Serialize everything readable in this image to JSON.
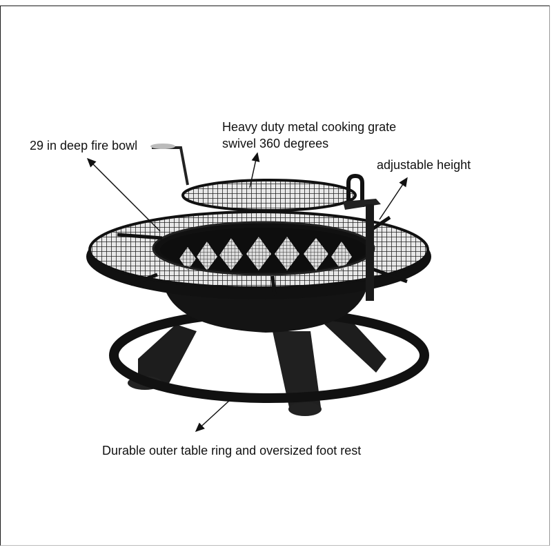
{
  "product": {
    "subject": "fire-pit-with-cooking-grate-and-foot-rest"
  },
  "callouts": [
    {
      "id": "fire-bowl",
      "text": "29 in deep fire bowl"
    },
    {
      "id": "cooking-grate",
      "line1": "Heavy duty metal cooking grate",
      "line2": "swivel 360 degrees"
    },
    {
      "id": "height",
      "text": "adjustable height"
    },
    {
      "id": "foot-rest",
      "text": "Durable outer table ring and oversized foot rest"
    }
  ],
  "colors": {
    "background": "#ffffff",
    "metal": "#141414",
    "text": "#111111"
  }
}
